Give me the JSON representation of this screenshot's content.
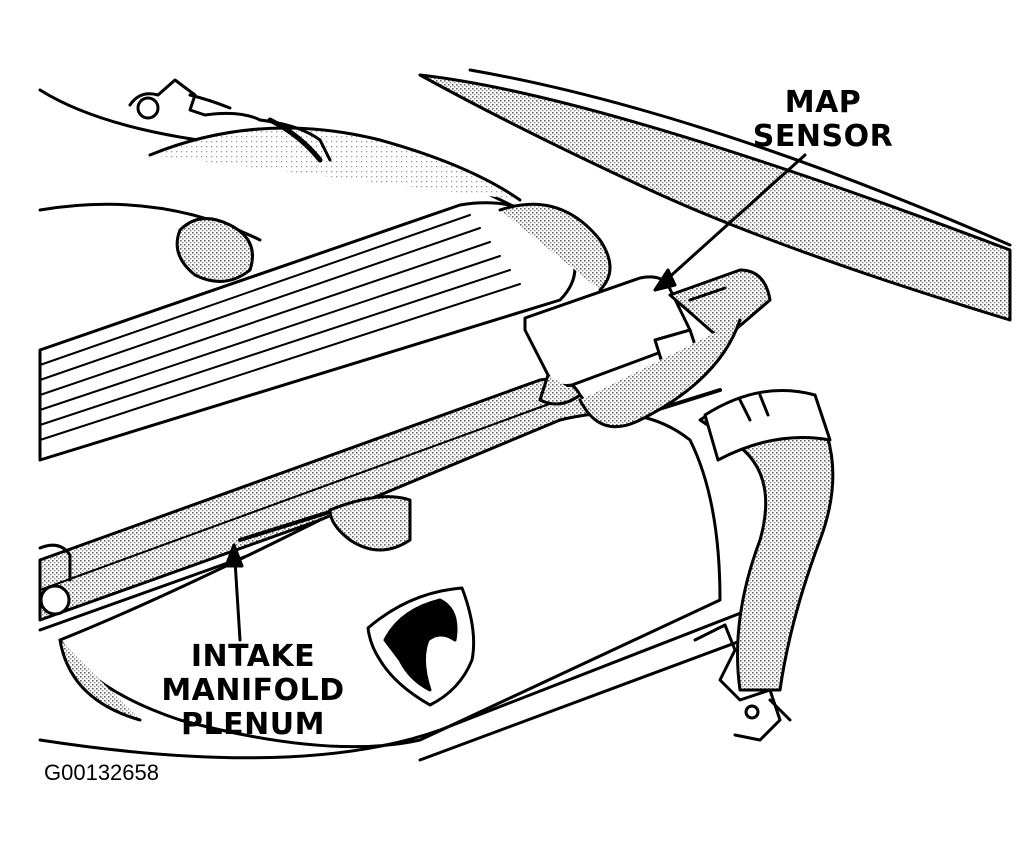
{
  "callouts": {
    "map_sensor": {
      "line1": "MAP",
      "line2": "SENSOR"
    },
    "intake": {
      "line1": "INTAKE",
      "line2": "MANIFOLD",
      "line3": "PLENUM"
    }
  },
  "figure_id": "G00132658",
  "colors": {
    "ink": "#000000",
    "paper": "#ffffff",
    "shade": "#9a9a9a"
  }
}
